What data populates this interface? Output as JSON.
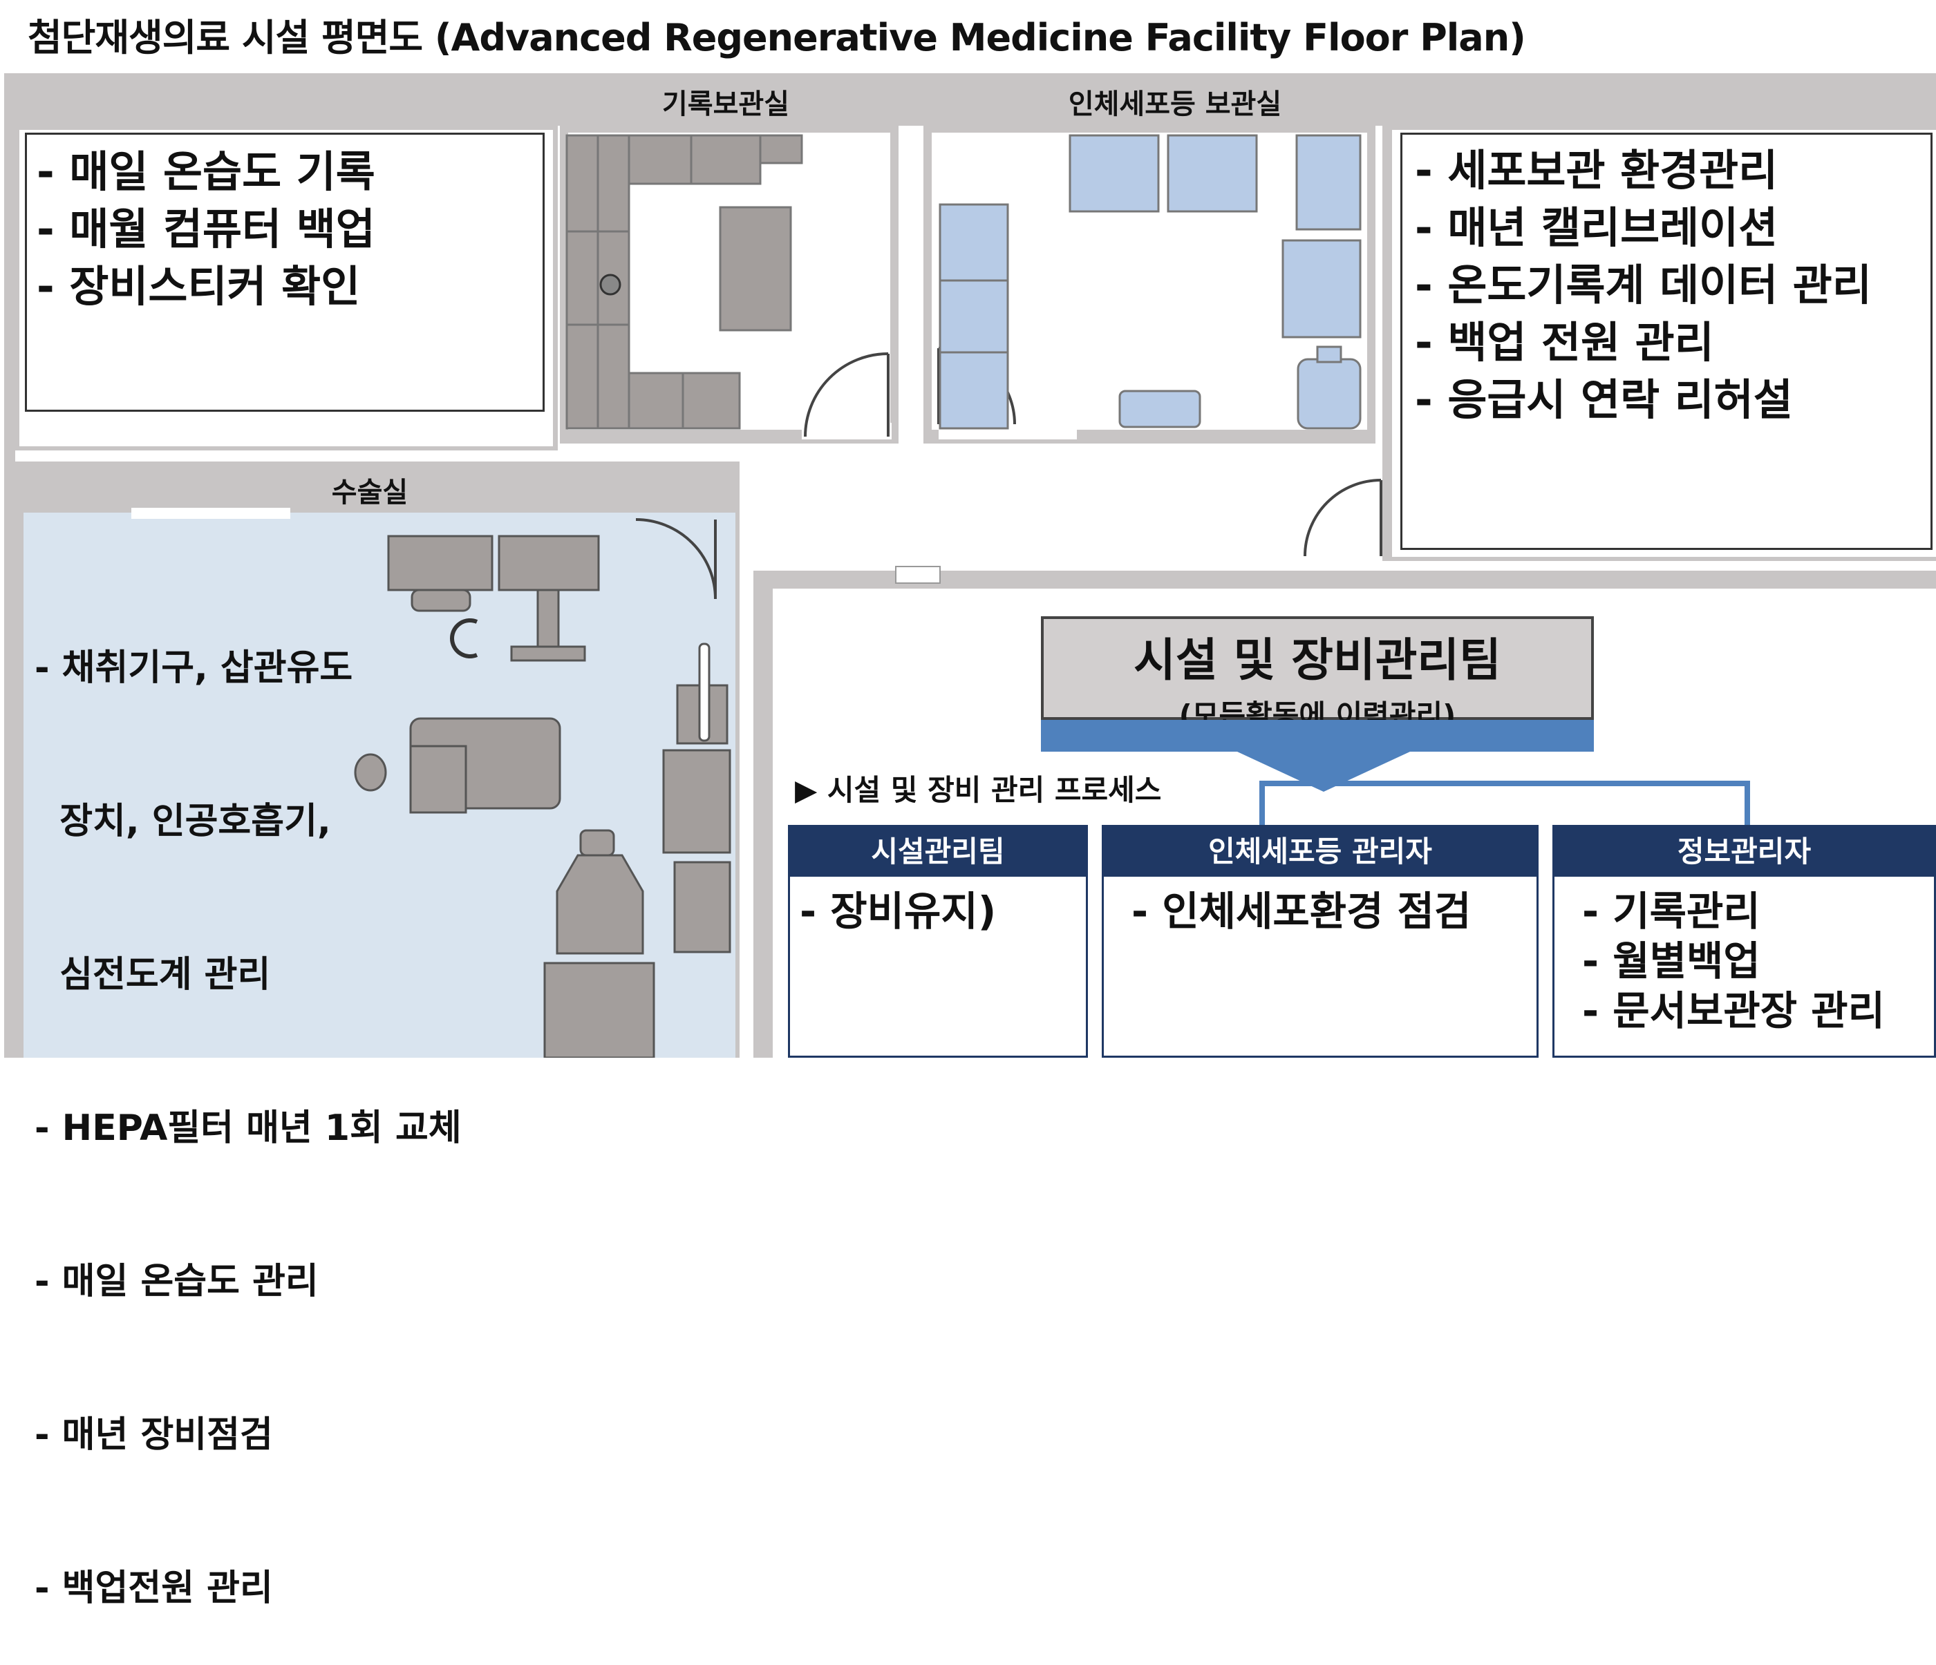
{
  "title": "첨단재생의료 시설 평면도 (Advanced Regenerative Medicine Facility Floor Plan)",
  "rooms": {
    "records": "기록보관실",
    "cell_storage": "인체세포등 보관실",
    "surgery": "수술실"
  },
  "notes": {
    "top_left": [
      "- 매일 온습도 기록",
      "- 매월 컴퓨터 백업",
      "- 장비스티커 확인"
    ],
    "top_right": [
      "- 세포보관 환경관리",
      "- 매년 캘리브레이션",
      "- 온도기록계 데이터 관리",
      "- 백업 전원 관리",
      "- 응급시 연락 리허설"
    ],
    "surgery": [
      "- 채취기구, 삽관유도",
      "  장치, 인공호흡기,",
      "  심전도계 관리",
      "- HEPA필터 매년 1회 교체",
      "- 매일 온습도 관리",
      "- 매년 장비점검",
      "- 백업전원 관리"
    ]
  },
  "team": {
    "title": "시설 및 장비관리팀",
    "subtitle": "(모든활동에 이력관리)"
  },
  "process_label": "▶ 시설 및 장비 관리 프로세스",
  "roles": [
    {
      "name": "시설관리팀",
      "tasks": [
        "- 장비유지)"
      ]
    },
    {
      "name": "인체세포등 관리자",
      "tasks": [
        "- 인체세포환경 점검"
      ]
    },
    {
      "name": "정보관리자",
      "tasks": [
        "- 기록관리",
        "- 월별백업",
        "- 문서보관장 관리"
      ]
    }
  ],
  "colors": {
    "wall": "#c8c5c5",
    "furniture": "#a39e9c",
    "surgery_floor": "#d9e4ef",
    "storage_unit": "#b7cbe6",
    "team_strip": "#4f81bd",
    "role_header": "#1f3864"
  }
}
